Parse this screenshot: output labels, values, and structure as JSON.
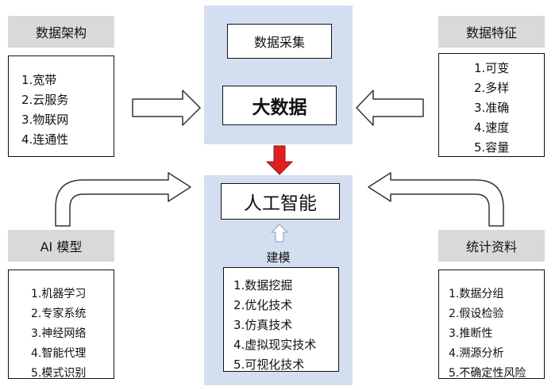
{
  "center": {
    "collection_label": "数据采集",
    "big_data_label": "大数据",
    "ai_label": "人工智能",
    "modeling_label": "建模",
    "modeling_items": [
      "1.数据挖掘",
      "2.优化技术",
      "3.仿真技术",
      "4.虚拟现实技术",
      "5.可视化技术"
    ]
  },
  "architecture": {
    "title": "数据架构",
    "items": [
      "1.宽带",
      "2.云服务",
      "3.物联网",
      "4.连通性"
    ]
  },
  "features": {
    "title": "数据特征",
    "items": [
      "1.可变",
      "2.多样",
      "3.准确",
      "4.速度",
      "5.容量"
    ]
  },
  "ai_models": {
    "title": "AI 模型",
    "items": [
      "1.机器学习",
      "2.专家系统",
      "3.神经网络",
      "4.智能代理",
      "5.模式识别"
    ]
  },
  "statistics": {
    "title": "统计资料",
    "items": [
      "1.数据分组",
      "2.假设检验",
      "3.推断性",
      "4.溯源分析",
      "5.不确定性风险"
    ]
  },
  "colors": {
    "panel": "#d3dff0",
    "label_bg": "#d9d9d9",
    "down_arrow": "#e02020",
    "up_arrow": "#9eb5d6"
  }
}
